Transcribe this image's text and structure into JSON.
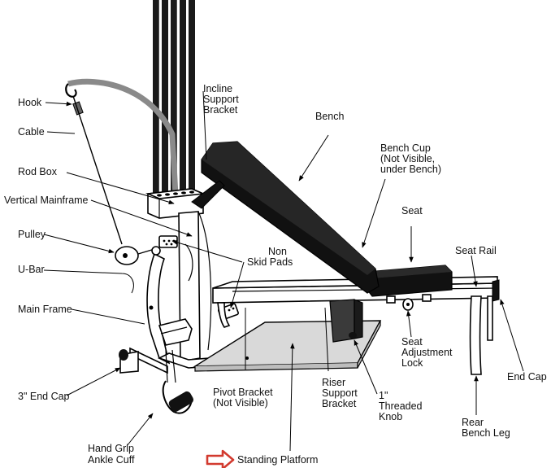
{
  "labels": {
    "hook": "Hook",
    "cable": "Cable",
    "rod_box": "Rod Box",
    "vertical_mainframe": "Vertical Mainframe",
    "pulley": "Pulley",
    "u_bar": "U-Bar",
    "main_frame": "Main Frame",
    "end_cap_3in": "3\" End Cap",
    "hand_grip_ankle_cuff": [
      "Hand Grip",
      "Ankle Cuff"
    ],
    "incline_support_bracket": [
      "Incline",
      "Support",
      "Bracket"
    ],
    "bench": "Bench",
    "bench_cup": [
      "Bench Cup",
      "(Not Visible,",
      "under Bench)"
    ],
    "seat": "Seat",
    "seat_rail": "Seat Rail",
    "non_skid_pads": [
      "Non",
      "Skid Pads"
    ],
    "pivot_bracket": [
      "Pivot Bracket",
      "(Not Visible)"
    ],
    "riser_support_bracket": [
      "Riser",
      "Support",
      "Bracket"
    ],
    "threaded_knob": [
      "1\"",
      "Threaded",
      "Knob"
    ],
    "seat_adjustment_lock": [
      "Seat",
      "Adjustment",
      "Lock"
    ],
    "end_cap": "End Cap",
    "rear_bench_leg": [
      "Rear",
      "Bench Leg"
    ],
    "standing_platform": "Standing Platform"
  },
  "colors": {
    "ink": "#000000",
    "bench_pad": "#111111",
    "platform": "#d9d9d9",
    "cable_arc": "#8a8a8a",
    "callout_arrow": "#d23a2f"
  }
}
